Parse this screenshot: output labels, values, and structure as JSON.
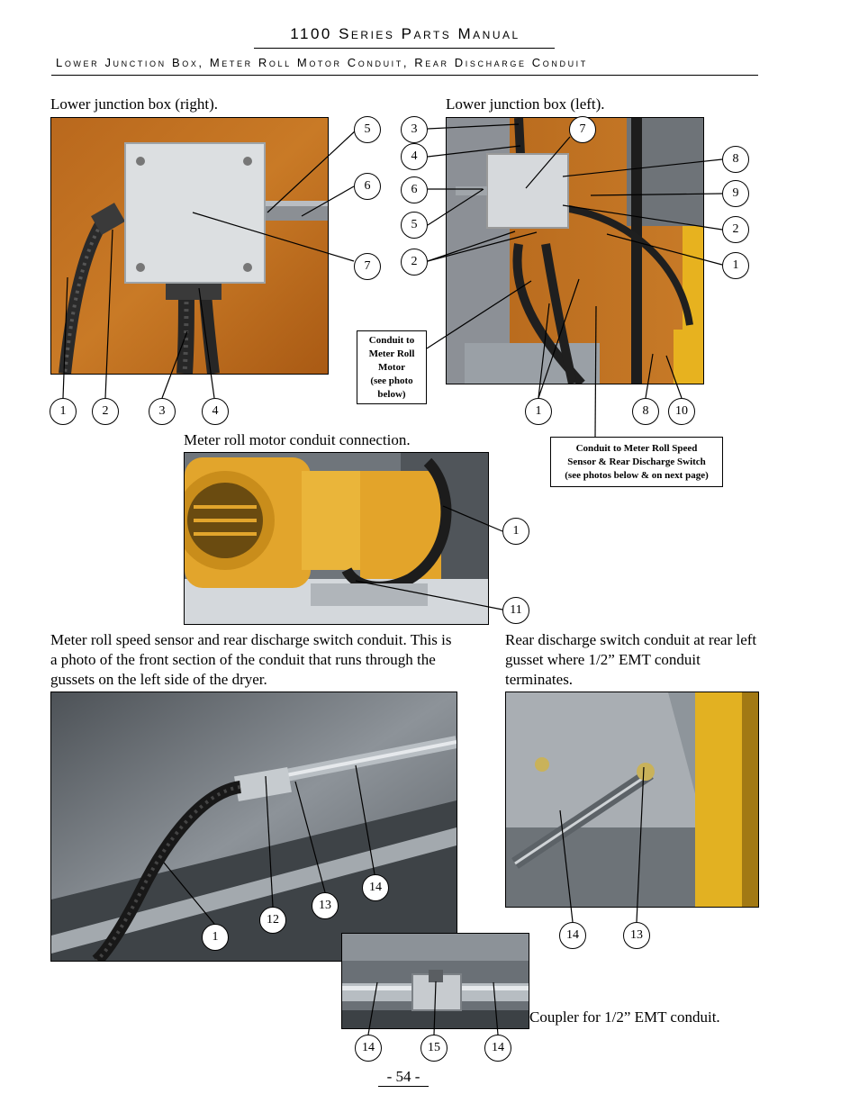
{
  "header": {
    "title": "1100 Series Parts Manual",
    "subtitle": "Lower Junction Box, Meter Roll Motor Conduit, Rear Discharge Conduit"
  },
  "sections": {
    "jb_right": {
      "caption": "Lower junction box (right)."
    },
    "jb_left": {
      "caption": "Lower junction box (left)."
    },
    "motor": {
      "caption": "Meter roll motor conduit connection."
    },
    "speed_sensor": {
      "caption": "Meter roll speed sensor and rear discharge switch conduit. This is a photo of the front section of the conduit that runs through the gussets on the left side of the dryer."
    },
    "rear_switch": {
      "caption": "Rear discharge switch conduit at rear left gusset where 1/2” EMT conduit terminates."
    },
    "coupler": {
      "caption": "Coupler for 1/2” EMT conduit."
    }
  },
  "notes": {
    "meter_roll_motor": [
      "Conduit to",
      "Meter Roll",
      "Motor",
      "(see photo",
      "below)"
    ],
    "speed_sensor": [
      "Conduit to Meter Roll Speed",
      "Sensor & Rear Discharge Switch",
      "(see photos below & on next page)"
    ]
  },
  "callouts": {
    "jbr": [
      "5",
      "6",
      "7",
      "1",
      "2",
      "3",
      "4"
    ],
    "jbl": [
      "3",
      "4",
      "6",
      "5",
      "2",
      "7",
      "8",
      "9",
      "2",
      "1",
      "1",
      "8",
      "10"
    ],
    "motor": [
      "1",
      "11"
    ],
    "speed": [
      "14",
      "13",
      "12",
      "1"
    ],
    "rear": [
      "14",
      "13"
    ],
    "coupler": [
      "14",
      "15",
      "14"
    ]
  },
  "page_number": "- 54 -"
}
